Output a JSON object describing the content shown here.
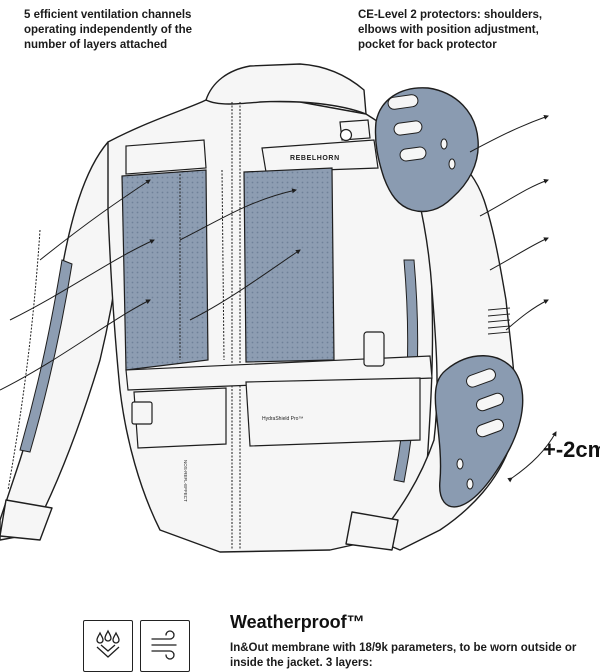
{
  "callouts": {
    "ventilation": "5 efficient ventilation channels operating independently of the number of layers attached",
    "protectors": "CE-Level 2 protectors: shoulders, elbows with position adjustment, pocket for back protector"
  },
  "jacket": {
    "brand_label": "REBELHORN",
    "membrane_label": "HydraShield Pro™",
    "sleeve_text": "NOS-REFL-EFFECT",
    "elbow_adjust_label": "+-2cm"
  },
  "feature": {
    "title": "Weatherproof™",
    "description": "In&Out membrane with 18/9k parameters, to be worn outside or inside the jacket. 3 layers:",
    "icons": [
      "waterproof-icon",
      "windproof-icon"
    ]
  },
  "colors": {
    "protector": "#8a9bb1",
    "mesh": "#8d9db2",
    "outline": "#1e1e1e",
    "jacket_fill": "#f6f6f6"
  }
}
